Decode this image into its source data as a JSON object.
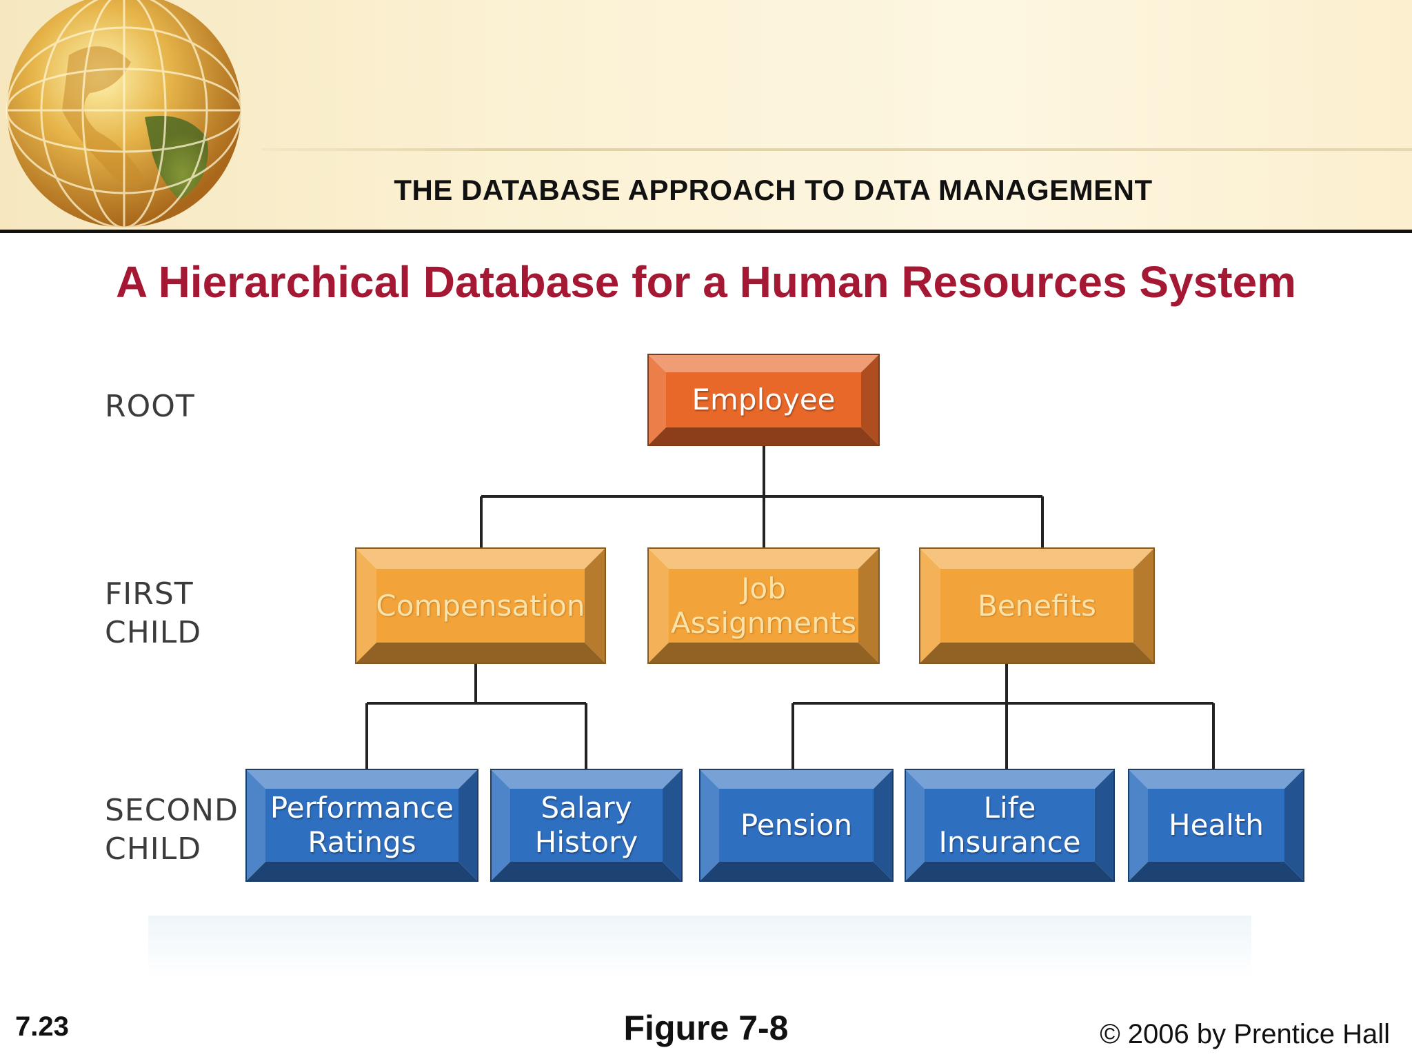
{
  "header": {
    "section_title": "THE DATABASE APPROACH TO DATA MANAGEMENT",
    "slide_title": "A Hierarchical Database for a Human Resources System"
  },
  "levels": [
    {
      "lines": [
        "ROOT"
      ]
    },
    {
      "lines": [
        "FIRST",
        "CHILD"
      ]
    },
    {
      "lines": [
        "SECOND",
        "CHILD"
      ]
    }
  ],
  "nodes": {
    "employee": {
      "lines": [
        "Employee"
      ]
    },
    "compensation": {
      "lines": [
        "Compensation"
      ]
    },
    "job_assignments": {
      "lines": [
        "Job",
        "Assignments"
      ]
    },
    "benefits": {
      "lines": [
        "Benefits"
      ]
    },
    "performance_ratings": {
      "lines": [
        "Performance",
        "Ratings"
      ]
    },
    "salary_history": {
      "lines": [
        "Salary",
        "History"
      ]
    },
    "pension": {
      "lines": [
        "Pension"
      ]
    },
    "life_insurance": {
      "lines": [
        "Life",
        "Insurance"
      ]
    },
    "health": {
      "lines": [
        "Health"
      ]
    }
  },
  "colors": {
    "root": "#e8682a",
    "first_child": "#f2a43a",
    "second_child": "#2f6fc0",
    "title": "#a51834"
  },
  "footer": {
    "slide_number": "7.23",
    "figure": "Figure 7-8",
    "copyright": "© 2006 by Prentice Hall"
  }
}
